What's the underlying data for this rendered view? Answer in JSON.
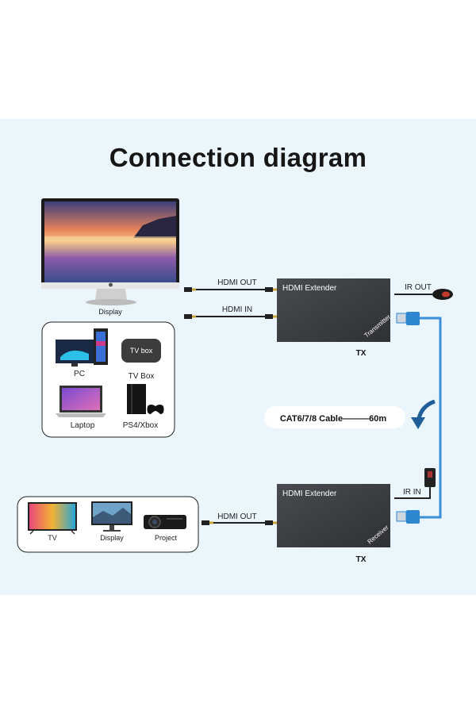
{
  "title": "Connection diagram",
  "transmitter": {
    "name": "HDMI Extender",
    "tag": "Transmitter",
    "caption": "TX",
    "hdmi_out_label": "HDMI OUT",
    "hdmi_in_label": "HDMI IN",
    "ir_label": "IR OUT"
  },
  "receiver": {
    "name": "HDMI Extender",
    "tag": "Receiver",
    "caption": "TX",
    "hdmi_out_label": "HDMI OUT",
    "ir_label": "IR IN"
  },
  "display_label": "Display",
  "sources": [
    {
      "id": "pc",
      "label": "PC"
    },
    {
      "id": "tvbox",
      "label": "TV Box",
      "screen_text": "TV box"
    },
    {
      "id": "laptop",
      "label": "Laptop"
    },
    {
      "id": "console",
      "label": "PS4/Xbox"
    }
  ],
  "outputs": [
    {
      "id": "tv",
      "label": "TV"
    },
    {
      "id": "display",
      "label": "Display"
    },
    {
      "id": "projector",
      "label": "Project"
    }
  ],
  "cable_label": "CAT6/7/8 Cable———60m",
  "colors": {
    "box": "#3d4043",
    "cable_blue": "#3a8fd8",
    "arrow": "#1e5f9a",
    "panel": "#eaf6fb"
  }
}
